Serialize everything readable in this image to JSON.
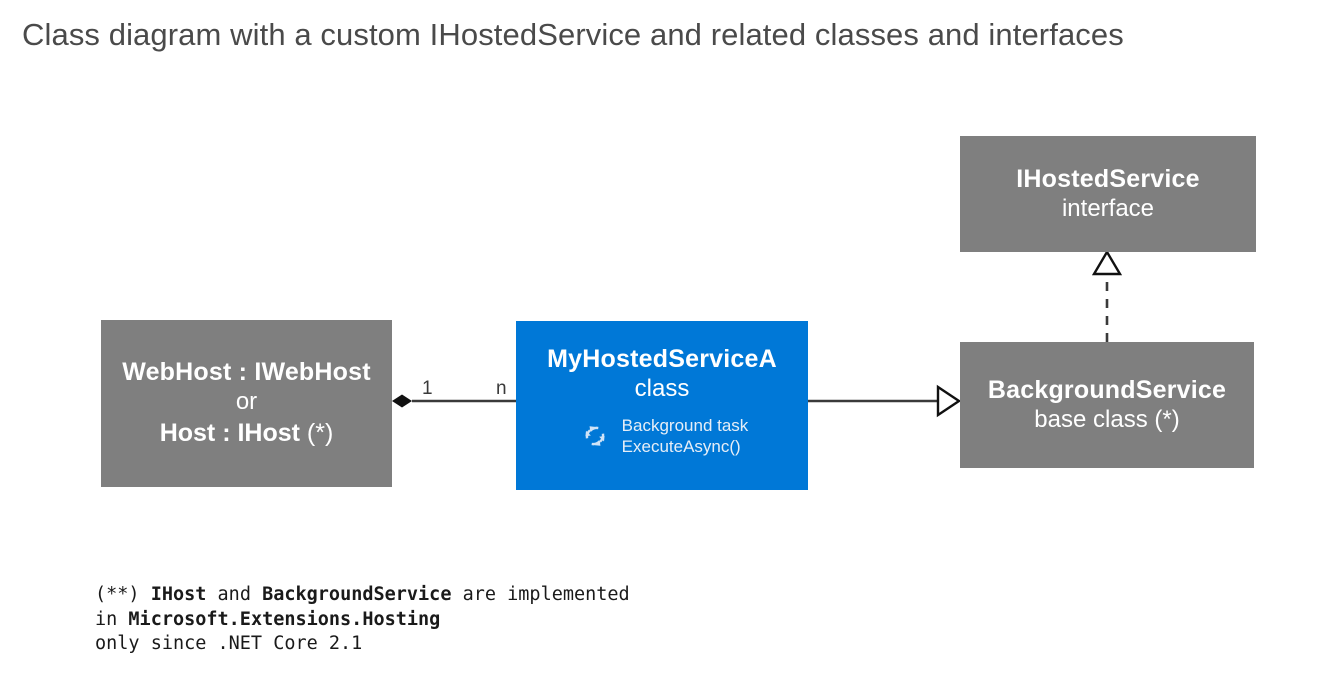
{
  "title": "Class diagram with a custom IHostedService and related classes and interfaces",
  "colors": {
    "background": "#ffffff",
    "gray_box": "#7f7f7f",
    "blue_box": "#0078d7",
    "title_text": "#4a4a4a",
    "connector": "#3a3a3a",
    "box_text": "#ffffff"
  },
  "boxes": {
    "webhost": {
      "line1": "WebHost : IWebHost",
      "line2": "or",
      "line3_bold": "Host : IHost",
      "line3_rest": " (*)",
      "kind": "class"
    },
    "myhostedservice": {
      "title": "MyHostedServiceA",
      "subtitle": "class",
      "icon": "background-task-cycle-icon",
      "detail_line1": "Background task",
      "detail_line2": "ExecuteAsync()"
    },
    "ihostedservice": {
      "title": "IHostedService",
      "subtitle": "interface"
    },
    "backgroundservice": {
      "title": "BackgroundService",
      "subtitle": "base class (*)"
    }
  },
  "connectors": {
    "composition_multiplicity_source": "1",
    "composition_multiplicity_target": "n",
    "composition_type": "composition-filled-diamond",
    "inheritance_type": "generalization-hollow-triangle",
    "realization_type": "realization-dashed-hollow-triangle"
  },
  "footnote": {
    "line1_prefix": "(**) ",
    "line1_bold_a": "IHost",
    "line1_mid": " and ",
    "line1_bold_b": "BackgroundService",
    "line1_suffix": " are implemented",
    "line2_prefix": "in ",
    "line2_bold": "Microsoft.Extensions.Hosting",
    "line3": "only since .NET Core 2.1"
  }
}
